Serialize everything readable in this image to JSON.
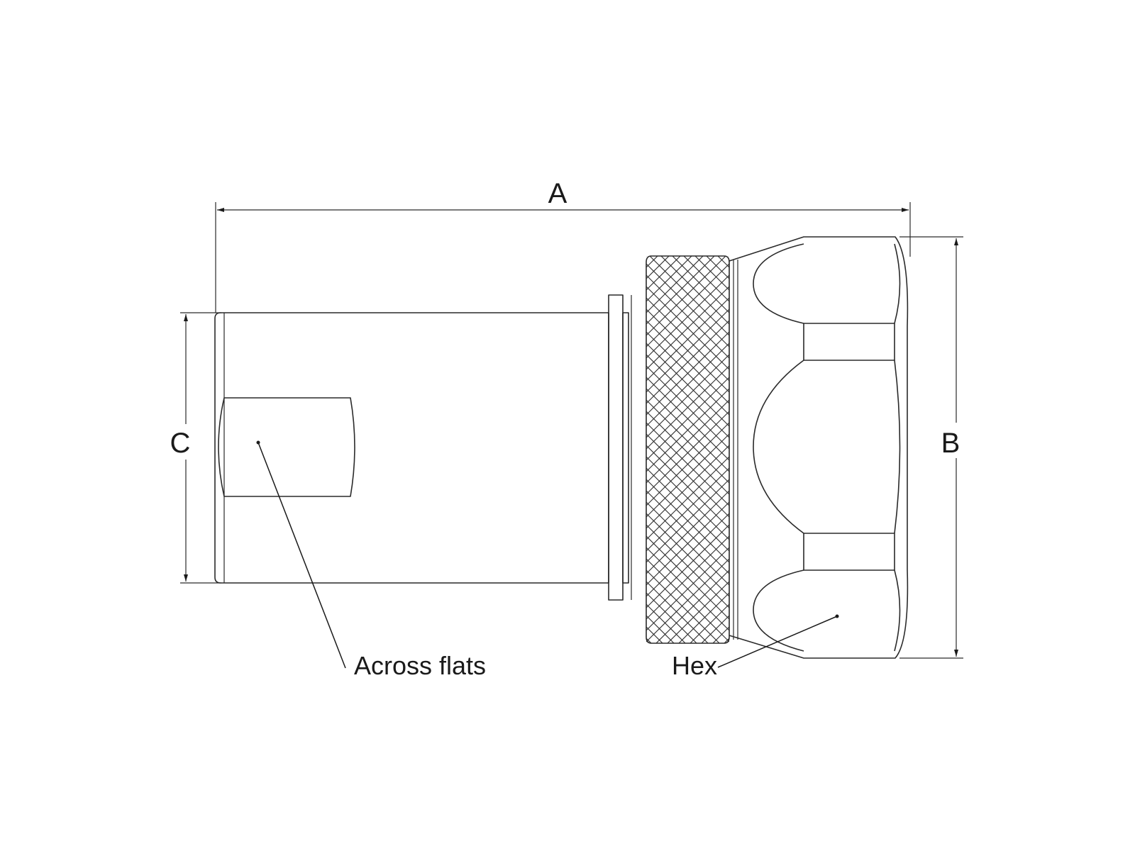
{
  "dimensions": {
    "a": "A",
    "b": "B",
    "c": "C"
  },
  "callouts": {
    "across_flats": "Across flats",
    "hex": "Hex"
  },
  "colors": {
    "line": "#2a2a2a",
    "background": "#ffffff"
  }
}
